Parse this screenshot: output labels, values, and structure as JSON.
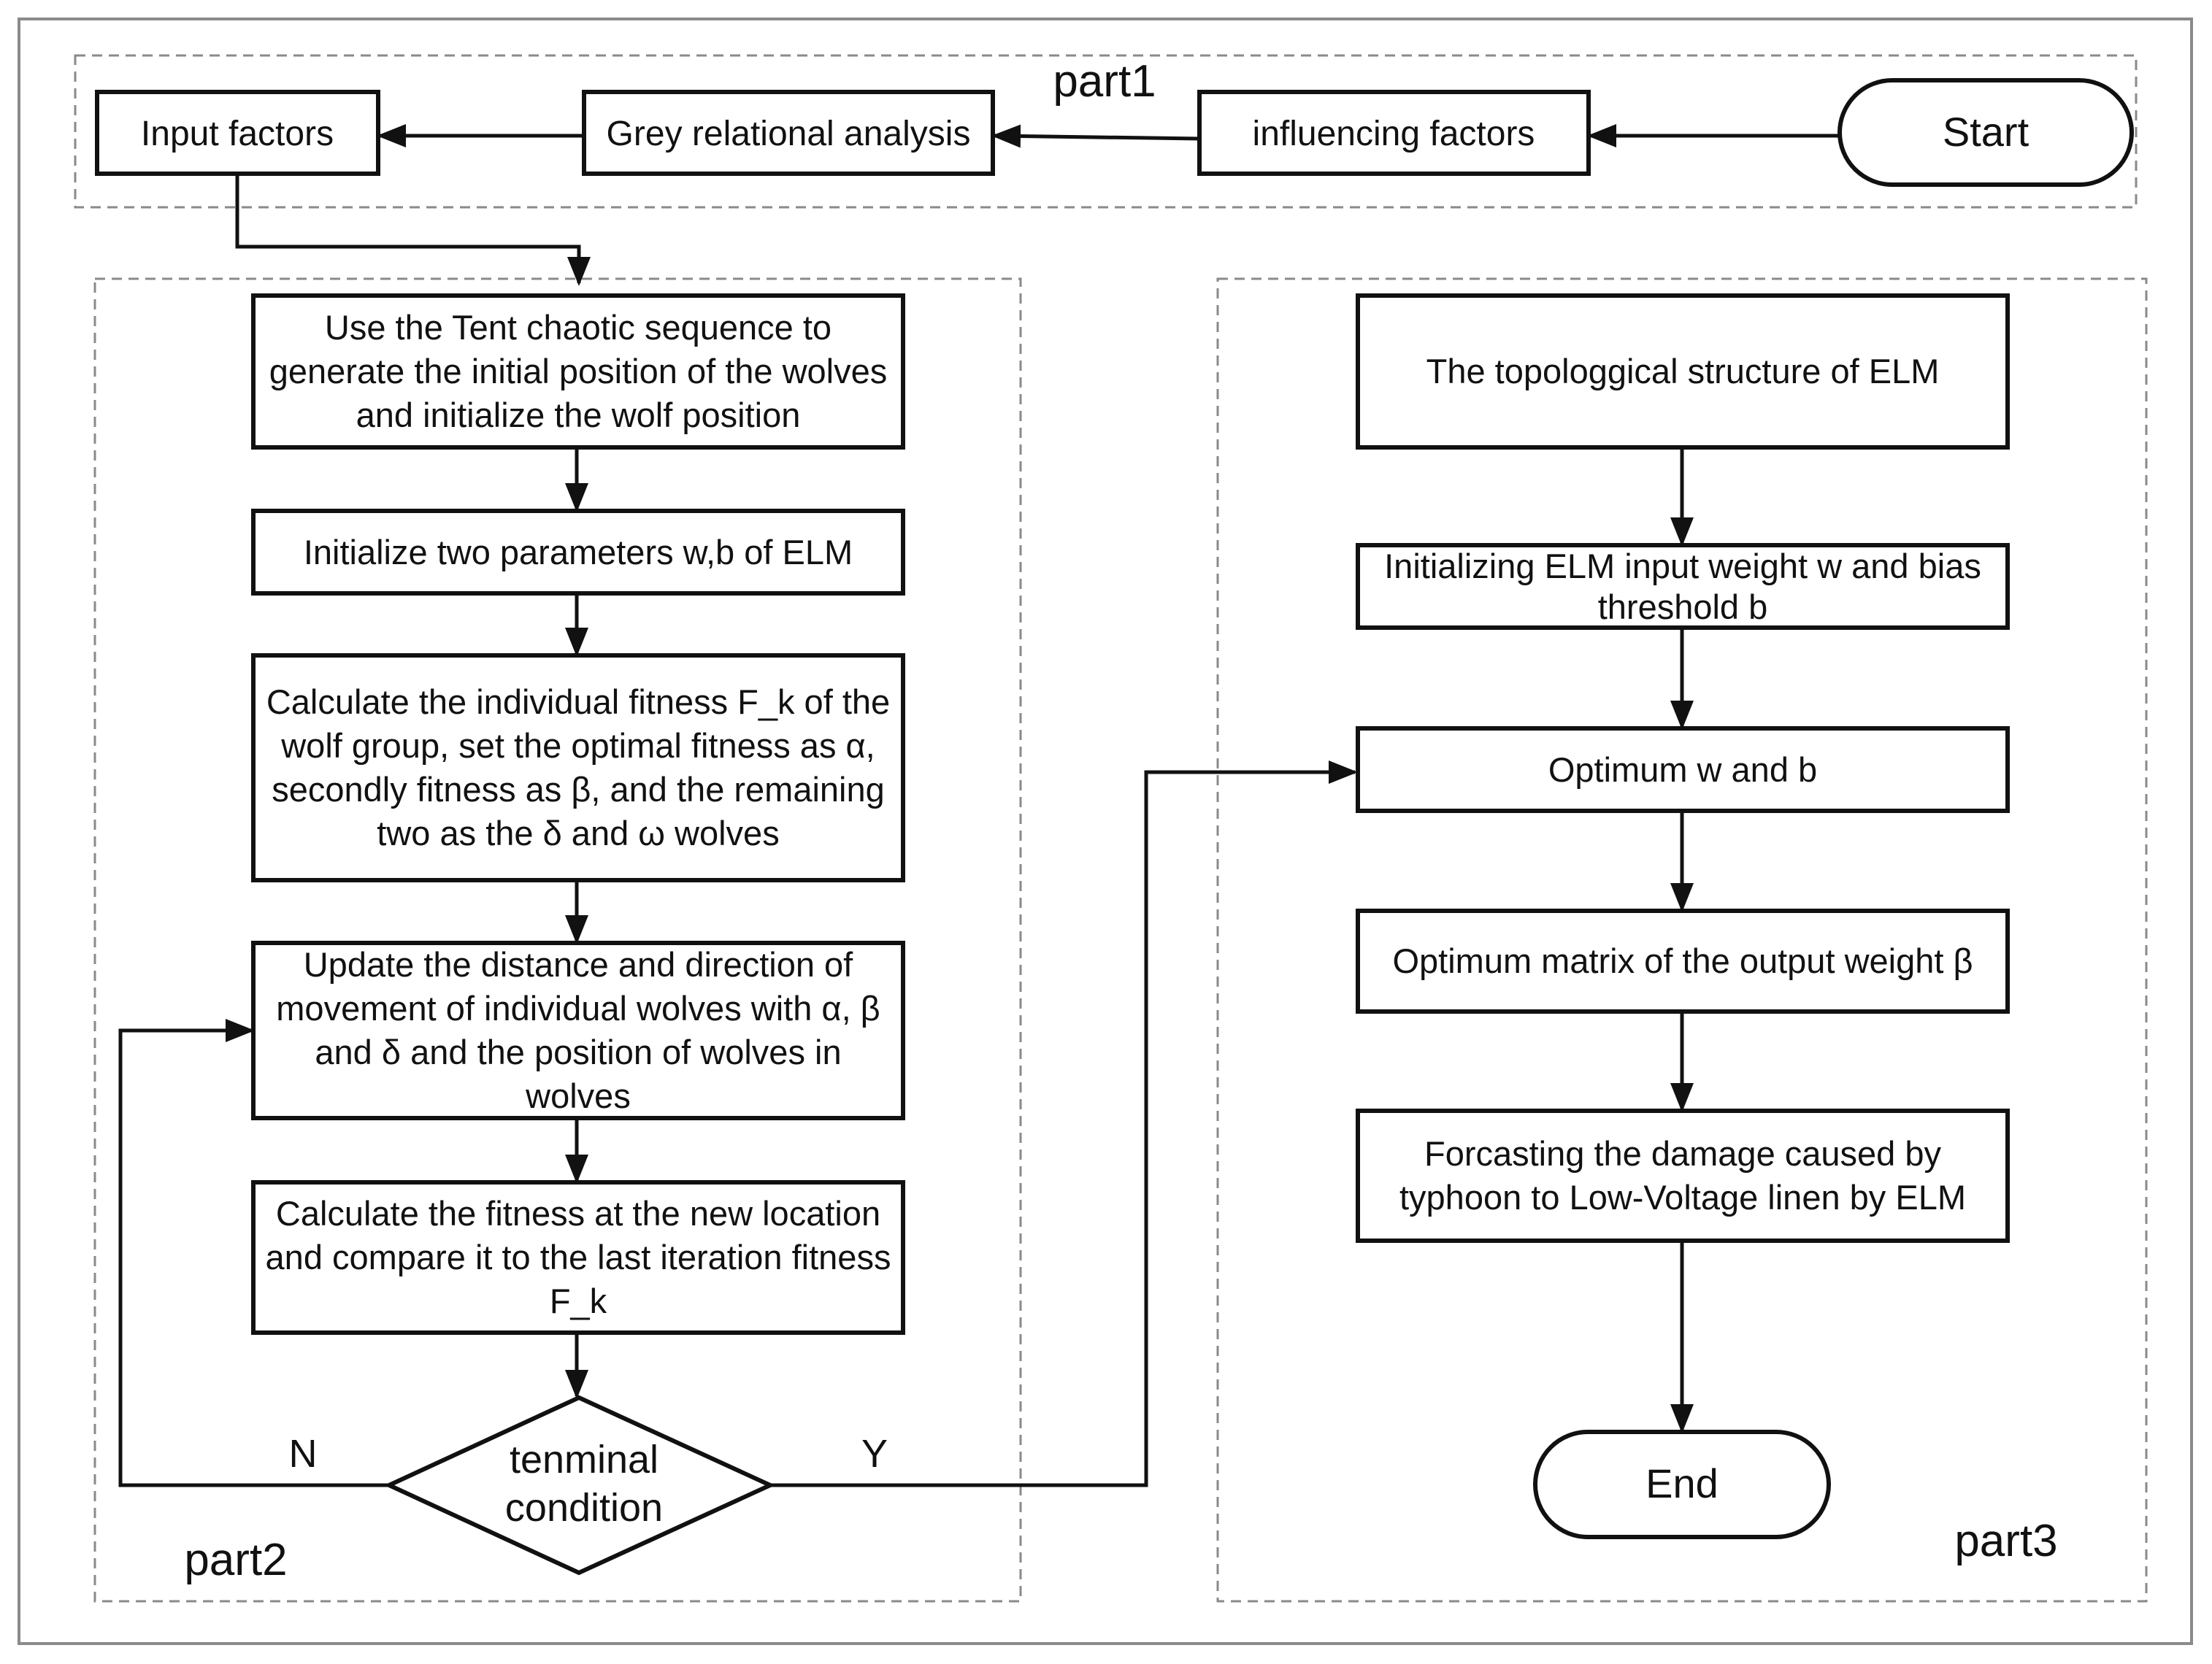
{
  "parts": {
    "part1": "part1",
    "part2": "part2",
    "part3": "part3"
  },
  "nodes": {
    "start": "Start",
    "influencing": "influencing factors",
    "grey": "Grey relational analysis",
    "input": "Input factors",
    "tent": "Use the Tent chaotic sequence to generate the initial position of the wolves and initialize the wolf position",
    "init_params": "Initialize two parameters w,b of ELM",
    "calc_fitness": "Calculate the individual fitness F_k of the wolf group, set the optimal fitness as α, secondly fitness as β, and the remaining two as the δ and ω wolves",
    "update": "Update the distance and direction of movement of individual wolves with α, β and δ and the position of wolves in wolves",
    "calc_new": "Calculate the fitness at the new location and compare it to the last iteration fitness F_k",
    "decision_line1": "tenminal",
    "decision_line2": "condition",
    "topology": "The topologgical structure of ELM",
    "init_elm": "Initializing ELM input weight w and bias threshold b",
    "optimum_wb": "Optimum w and b",
    "optimum_matrix": "Optimum matrix of the output weight β",
    "forecast": "Forcasting the damage caused by typhoon to Low-Voltage linen by ELM",
    "end": "End"
  },
  "edge_labels": {
    "no": "N",
    "yes": "Y"
  }
}
